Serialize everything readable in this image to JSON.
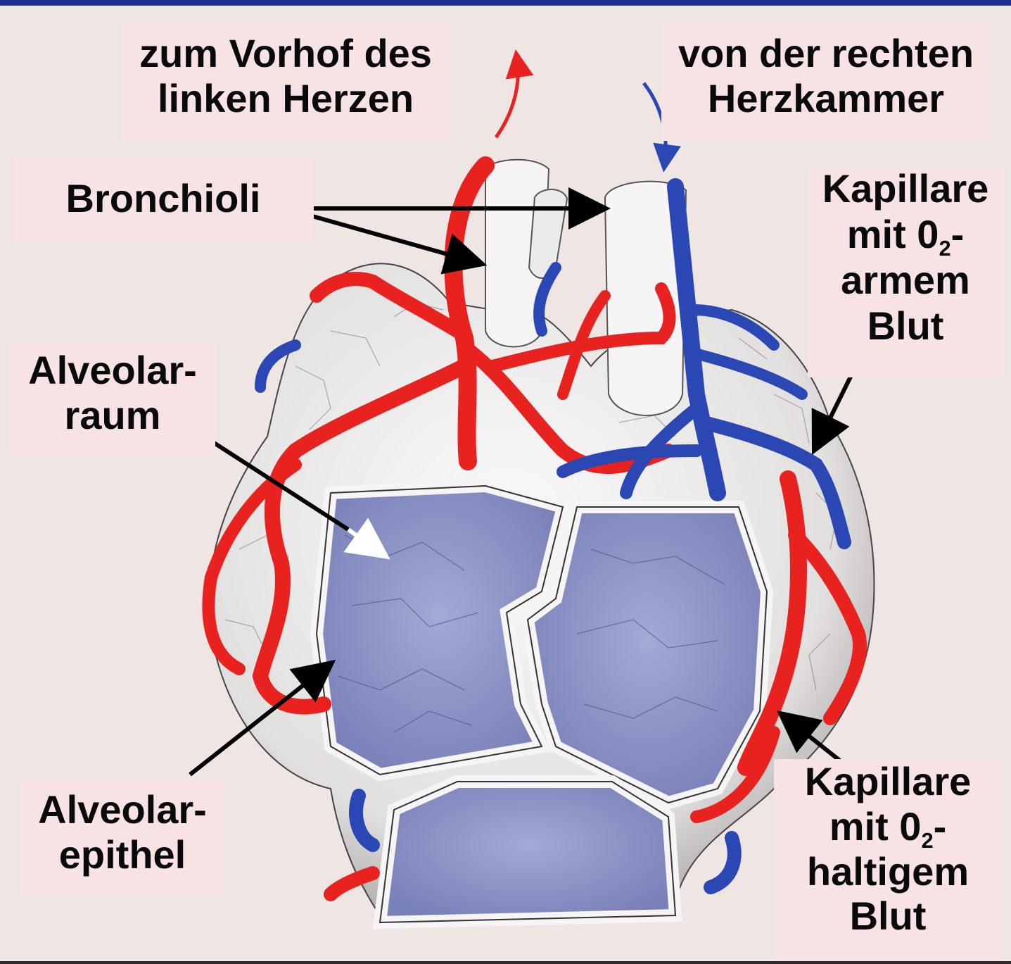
{
  "labels": {
    "vorhof": {
      "line1": "zum Vorhof des",
      "line2": "linken Herzen"
    },
    "kammer": {
      "line1": "von der rechten",
      "line2": "Herzkammer"
    },
    "bronchioli": "Bronchioli",
    "kap_arm": {
      "line1": "Kapillare",
      "line2_pre": "mit 0",
      "line2_sub": "2",
      "line2_post": "-",
      "line3": "armem",
      "line4": "Blut"
    },
    "alv_raum": {
      "line1": "Alveolar-",
      "line2": "raum"
    },
    "alv_epithel": {
      "line1": "Alveolar-",
      "line2": "epithel"
    },
    "kap_haltig": {
      "line1": "Kapillare",
      "line2_pre": "mit 0",
      "line2_sub": "2",
      "line2_post": "-",
      "line3": "haltigem",
      "line4": "Blut"
    }
  },
  "colors": {
    "background": "#efe6e4",
    "label_bg": "#f7e3e3",
    "top_bar": "#1d2f8f",
    "artery_red": "#e8221f",
    "vein_blue": "#2b47b3",
    "alveolus_blue": "#8f98c9",
    "tissue_white": "#f4f2f2",
    "tissue_grey": "#b9b6b6"
  }
}
